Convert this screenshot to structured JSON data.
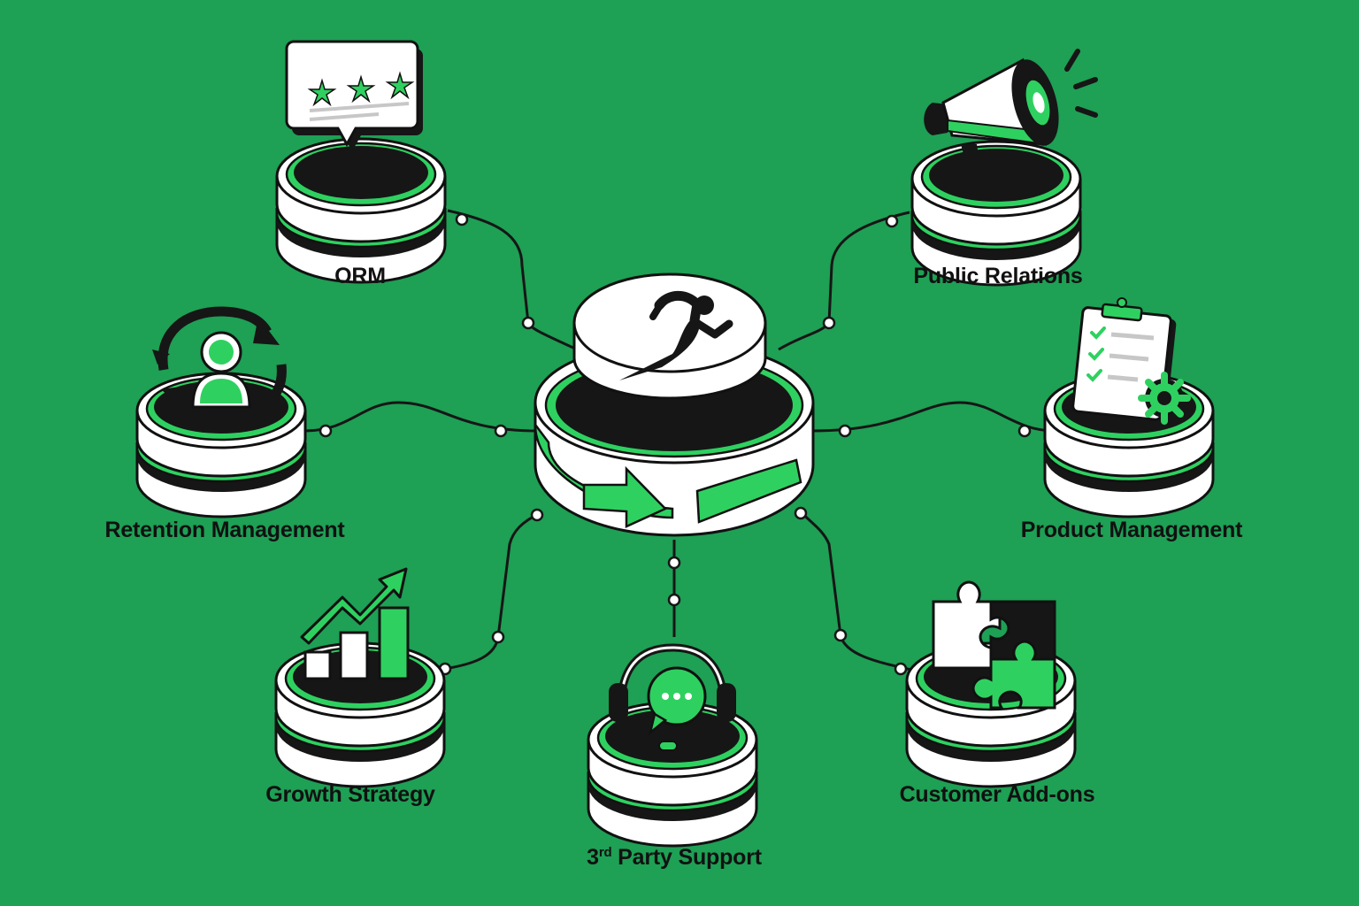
{
  "theme": {
    "background": "#1ea055",
    "accent": "#2ed160",
    "dark": "#161616",
    "light": "#ffffff"
  },
  "hub": {
    "icon": "runner-icon"
  },
  "nodes": {
    "orm": {
      "label": "ORM",
      "icon": "review-stars-icon"
    },
    "public_relations": {
      "label": "Public Relations",
      "icon": "megaphone-icon"
    },
    "retention": {
      "label": "Retention Management",
      "icon": "user-cycle-icon"
    },
    "product": {
      "label": "Product Management",
      "icon": "clipboard-gear-icon"
    },
    "growth": {
      "label": "Growth Strategy",
      "icon": "growth-chart-icon"
    },
    "addons": {
      "label": "Customer Add-ons",
      "icon": "puzzle-icon"
    },
    "support": {
      "label_main": "3",
      "label_sup": "rd",
      "label_rest": " Party Support",
      "icon": "headset-chat-icon"
    }
  }
}
